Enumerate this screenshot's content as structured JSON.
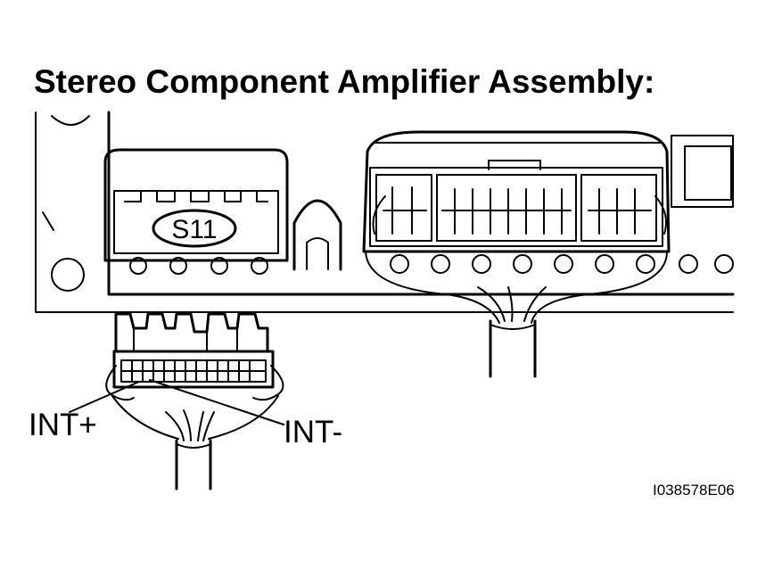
{
  "title": "Stereo Component Amplifier Assembly:",
  "connector_label": "S11",
  "terminal_labels": {
    "positive": "INT+",
    "negative": "INT-"
  },
  "figure_code": "I038578E06"
}
